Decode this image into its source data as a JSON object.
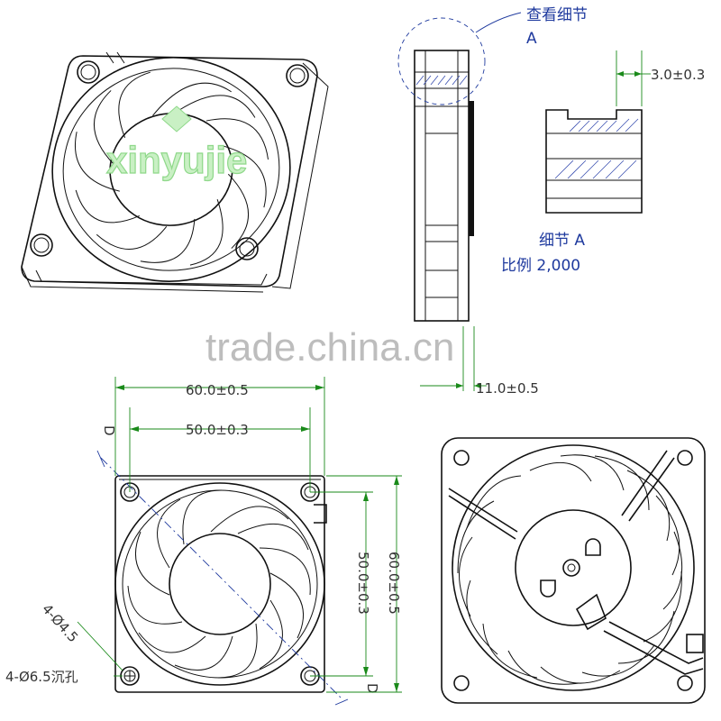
{
  "detail_callout": {
    "label": "查看细节",
    "letter": "A"
  },
  "thickness_detail": {
    "value": "3.0±0.3"
  },
  "detail_caption": {
    "line1": "细节 A",
    "line2": "比例 2,000"
  },
  "side_thickness": {
    "value": "11.0±0.5"
  },
  "front_view": {
    "width_outer": "60.0±0.5",
    "width_holes": "50.0±0.3",
    "height_holes": "50.0±0.3",
    "height_outer": "60.0±0.5",
    "hole_spec": "4-Ø4.5",
    "counterbore_spec": "4-Ø6.5沉孔",
    "section_mark": "D"
  },
  "watermark": "trade.china.cn",
  "brand_logo_text": "xinyujie",
  "colors": {
    "dimension": "#1a8a1a",
    "annotation": "#1f3a9e",
    "outline": "#111111"
  }
}
